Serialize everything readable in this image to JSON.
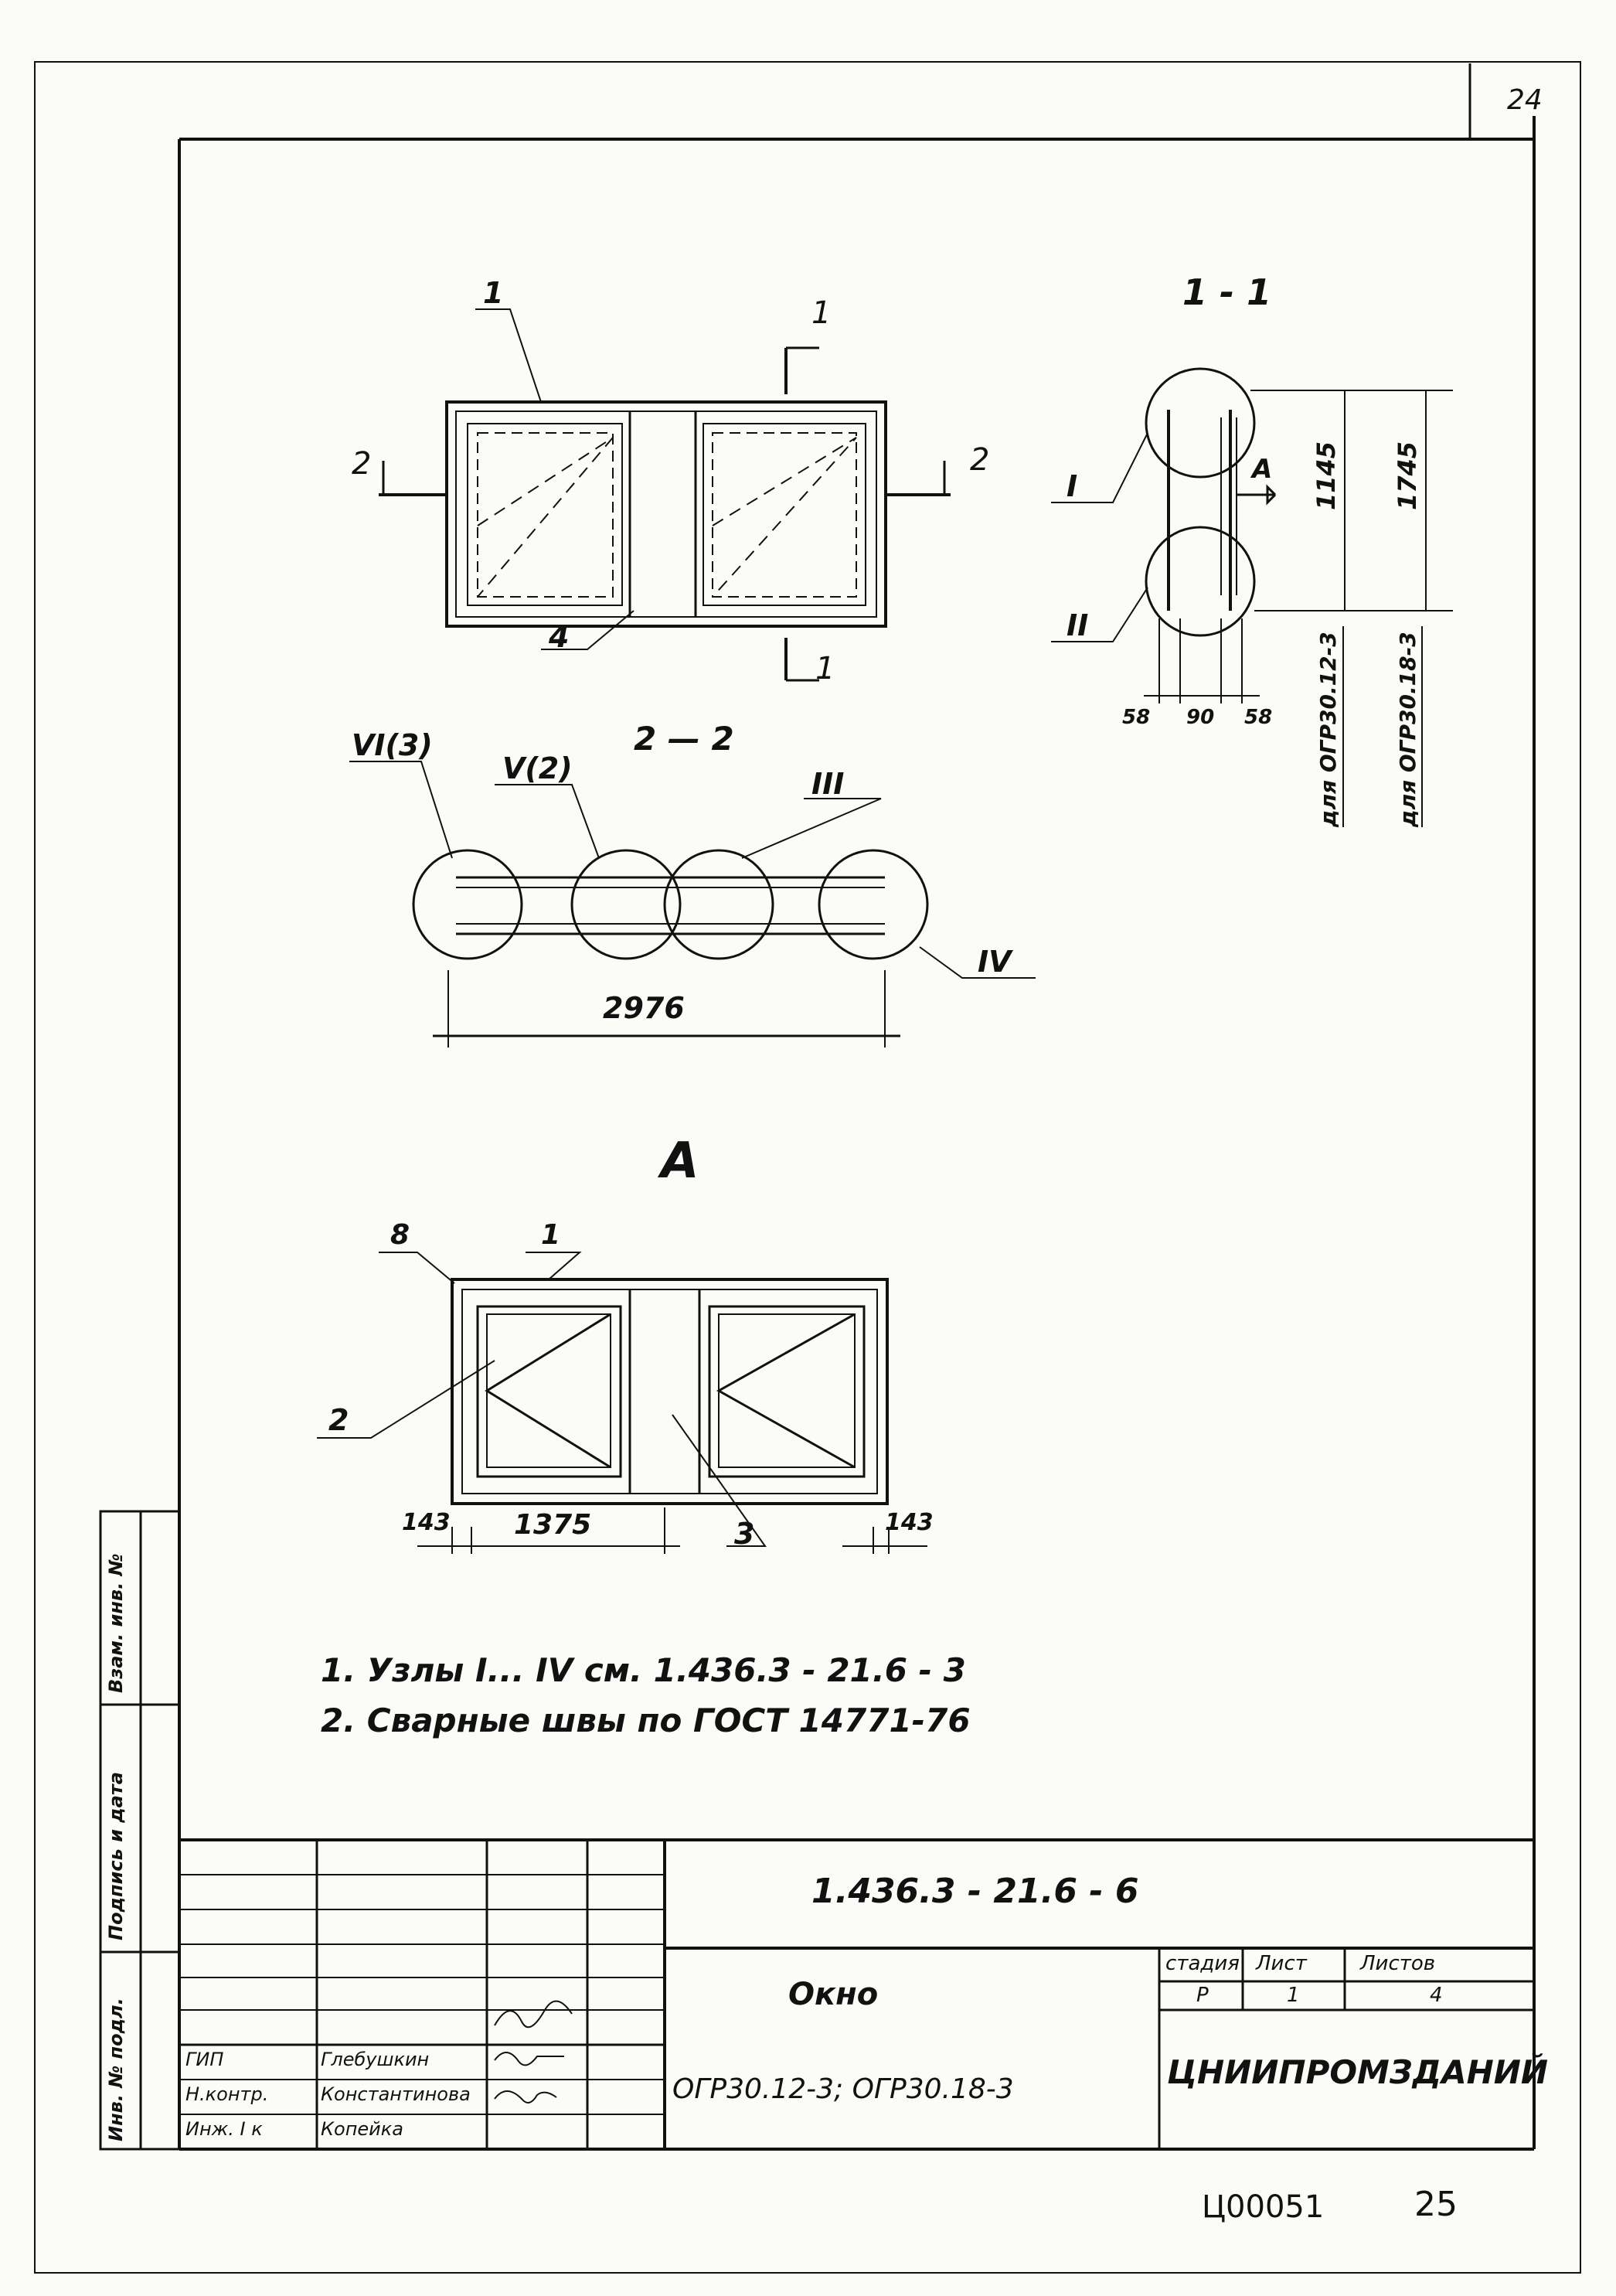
{
  "sheet_number": "24",
  "bottom_code": "Ц00051",
  "bottom_page": "25",
  "view_labels": {
    "section_1_1": "1 - 1",
    "section_2_2": "2 — 2",
    "view_a": "А",
    "cut_1": "1",
    "cut_2": "2"
  },
  "callouts": {
    "c1": "1",
    "c2": "2",
    "c3": "3",
    "c4": "4",
    "c8": "8",
    "node_I": "I",
    "node_II": "II",
    "node_III": "III",
    "node_IV": "IV",
    "node_V": "V(2)",
    "node_VI": "VI(3)",
    "arrow_a": "А"
  },
  "dimensions": {
    "d2976": "2976",
    "d1375": "1375",
    "d143_left": "143",
    "d143_right": "143",
    "d58_left": "58",
    "d90": "90",
    "d58_right": "58",
    "d1145": "1145",
    "d1745": "1745",
    "for_12": "для ОГР30.12-3",
    "for_18": "для ОГР30.18-3"
  },
  "notes": [
    "1. Узлы  I... IV  см.  1.436.3 - 21.6 - 3",
    "2. Сварные   швы   по  ГОСТ   14771-76"
  ],
  "side_stamp": {
    "col1": "Инв. № подл.",
    "col2": "Подпись и дата",
    "col3": "Взам. инв. №"
  },
  "title_block": {
    "designation": "1.436.3 - 21.6 - 6",
    "name": "Окно",
    "name_sub": "ОГР30.12-3;  ОГР30.18-3",
    "stage_h": "стадия",
    "sheet_h": "Лист",
    "sheets_h": "Листов",
    "stage": "Р",
    "sheet": "1",
    "sheets": "4",
    "org": "ЦНИИПРОМЗДАНИЙ",
    "people": [
      {
        "role": "ГИП",
        "name": "Глебушкин"
      },
      {
        "role": "Н.контр.",
        "name": "Константинова"
      },
      {
        "role": "Инж. I к",
        "name": "Копейка"
      }
    ]
  }
}
